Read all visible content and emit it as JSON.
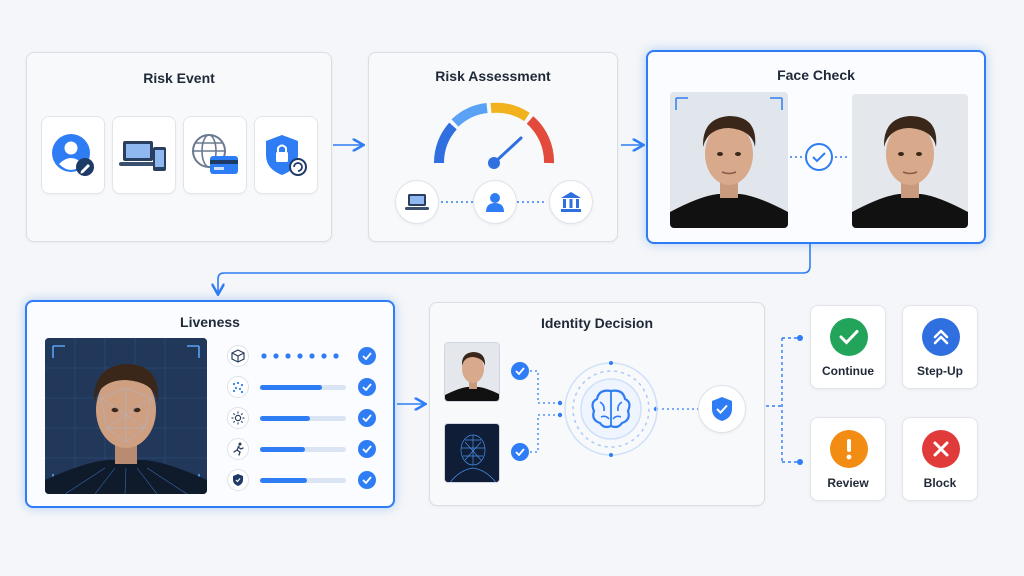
{
  "colors": {
    "accent": "#2f7df4",
    "continue": "#22a55a",
    "stepup": "#2f6fe0",
    "review": "#f28c12",
    "block": "#e03a3a"
  },
  "risk_event": {
    "title": "Risk Event",
    "icons": [
      "user-edit-icon",
      "laptop-phone-icon",
      "globe-card-icon",
      "shield-lock-icon"
    ]
  },
  "risk_assessment": {
    "title": "Risk Assessment",
    "icons": [
      "laptop-icon",
      "user-icon",
      "bank-icon"
    ]
  },
  "face_check": {
    "title": "Face Check"
  },
  "liveness": {
    "title": "Liveness",
    "checks": [
      {
        "icon": "cube-icon",
        "style": "dotted",
        "progress": 1.0
      },
      {
        "icon": "particles-icon",
        "style": "bar",
        "progress": 0.72
      },
      {
        "icon": "sun-icon",
        "style": "bar",
        "progress": 0.58
      },
      {
        "icon": "running-icon",
        "style": "bar",
        "progress": 0.52
      },
      {
        "icon": "shield-icon",
        "style": "bar",
        "progress": 0.55
      }
    ]
  },
  "identity_decision": {
    "title": "Identity Decision"
  },
  "outcomes": {
    "continue": "Continue",
    "stepup": "Step-Up",
    "review": "Review",
    "block": "Block"
  }
}
